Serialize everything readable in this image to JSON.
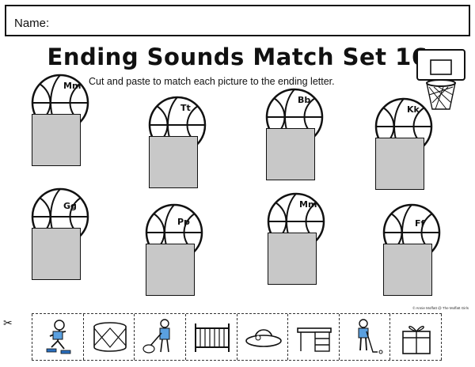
{
  "header": {
    "name_label": "Name:"
  },
  "title": "Ending Sounds Match Set 16",
  "subtitle": "Cut and paste to match each picture to the ending letter.",
  "cards_row1": [
    {
      "letter": "Mm"
    },
    {
      "letter": "Tt"
    },
    {
      "letter": "Bb"
    },
    {
      "letter": "Kk"
    }
  ],
  "cards_row2": [
    {
      "letter": "Gg"
    },
    {
      "letter": "Pp"
    },
    {
      "letter": "Mm"
    },
    {
      "letter": "Ff"
    }
  ],
  "copyright": "© Annie Moffatt @ The Moffatt Girls",
  "pictures": [
    {
      "icon": "skater-icon"
    },
    {
      "icon": "drum-icon"
    },
    {
      "icon": "mop-icon"
    },
    {
      "icon": "crib-icon"
    },
    {
      "icon": "hat-icon"
    },
    {
      "icon": "desk-icon"
    },
    {
      "icon": "golf-icon"
    },
    {
      "icon": "gift-icon"
    }
  ]
}
